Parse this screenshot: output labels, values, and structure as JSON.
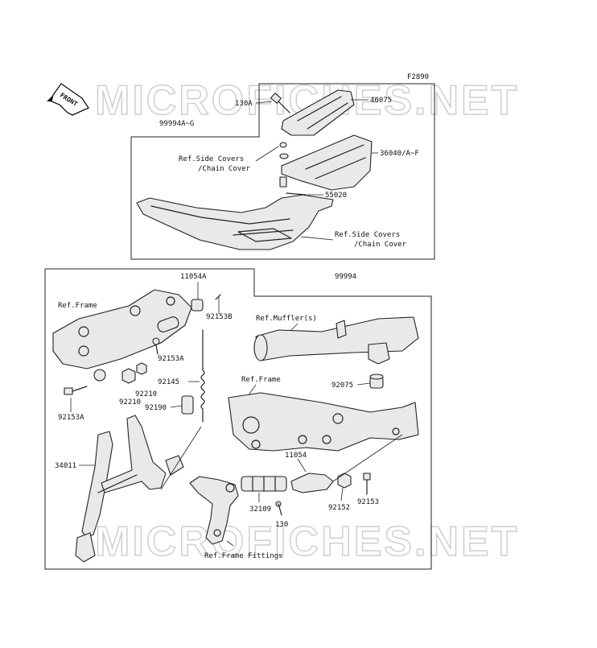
{
  "figure_code": "F2890",
  "front_badge": "FRONT",
  "watermark": "MICROFICHES.NET",
  "callouts": {
    "c130a": "130A",
    "c46075": "46075",
    "c99994ag": "99994A~G",
    "refside1a": "Ref.Side Covers",
    "refside1b": "/Chain Cover",
    "c36040": "36040/A~F",
    "c55020": "55020",
    "refside2a": "Ref.Side Covers",
    "refside2b": "/Chain Cover",
    "c11054a": "11054A",
    "c99994": "99994",
    "refframe1": "Ref.Frame",
    "c92153b": "92153B",
    "refmuffler": "Ref.Muffler(s)",
    "c92153a_1": "92153A",
    "c92145": "92145",
    "c92210_1": "92210",
    "c92210_2": "92210",
    "refframe2": "Ref.Frame",
    "c92075": "92075",
    "c92153a_2": "92153A",
    "c92190": "92190",
    "c11054": "11054",
    "c34011": "34011",
    "c32109": "32109",
    "c92152": "92152",
    "c92153": "92153",
    "c130": "130",
    "refframefittings": "Ref.Frame Fittings"
  }
}
